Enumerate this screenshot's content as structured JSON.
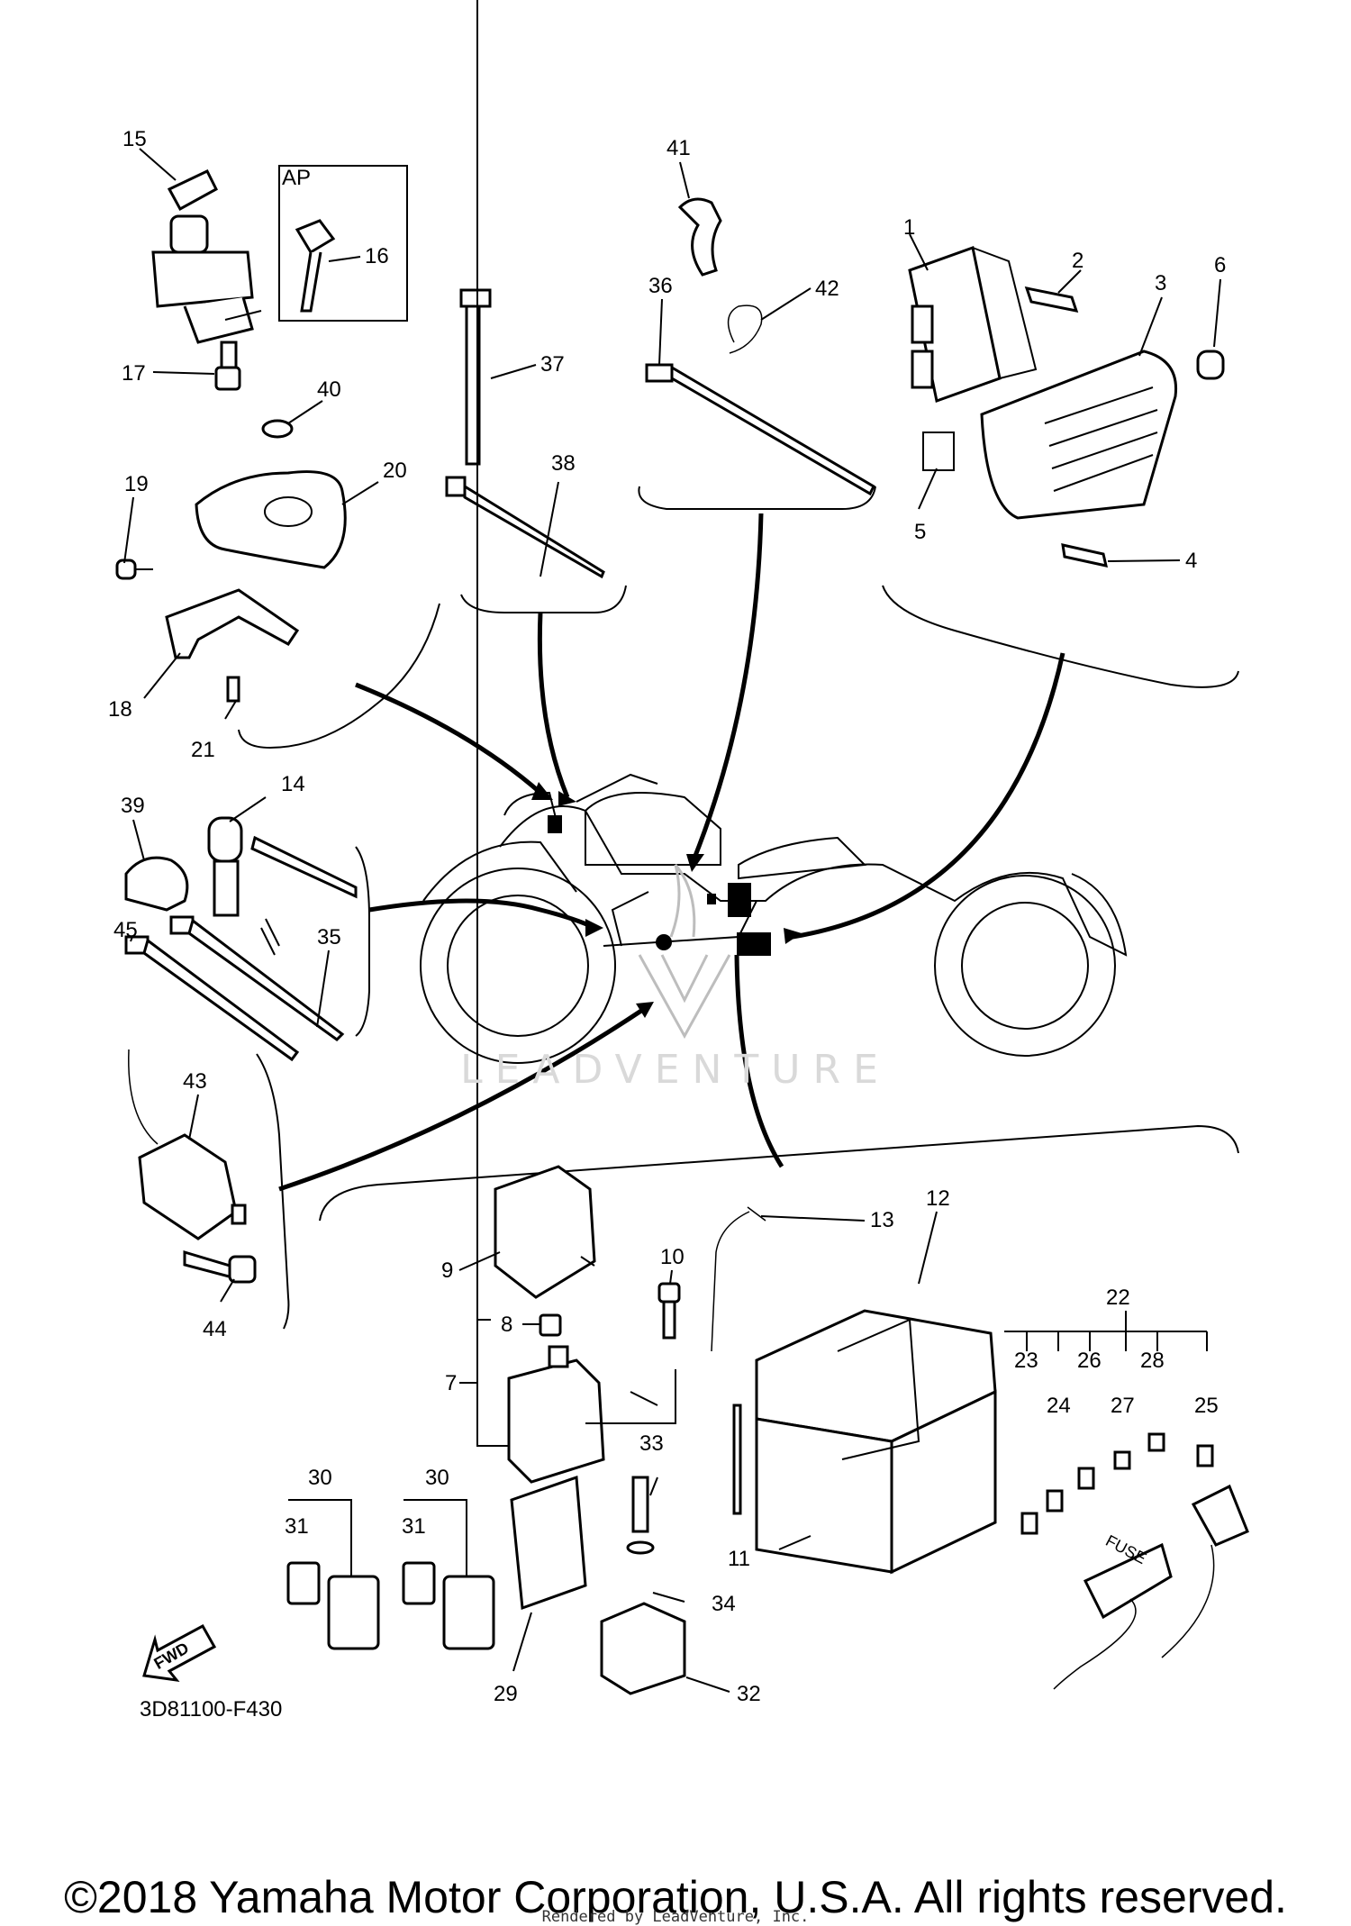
{
  "diagram": {
    "code": "3D81100-F430",
    "kit_label": "AP",
    "fwd_label": "FWD",
    "fuse_label": "FUSE",
    "watermark": "LEADVENTURE",
    "callouts": [
      "15",
      "16",
      "17",
      "18",
      "19",
      "20",
      "21",
      "40",
      "37",
      "38",
      "36",
      "41",
      "42",
      "1",
      "2",
      "3",
      "4",
      "5",
      "6",
      "14",
      "39",
      "45",
      "35",
      "43",
      "44",
      "9",
      "10",
      "8",
      "7",
      "13",
      "12",
      "11",
      "22",
      "23",
      "24",
      "25",
      "26",
      "27",
      "28",
      "30",
      "31",
      "30",
      "31",
      "33",
      "34",
      "29",
      "32"
    ]
  },
  "footer": {
    "copyright": "©2018 Yamaha Motor Corporation, U.S.A. All rights reserved.",
    "rendered_by": "Rendered by LeadVenture, Inc."
  }
}
